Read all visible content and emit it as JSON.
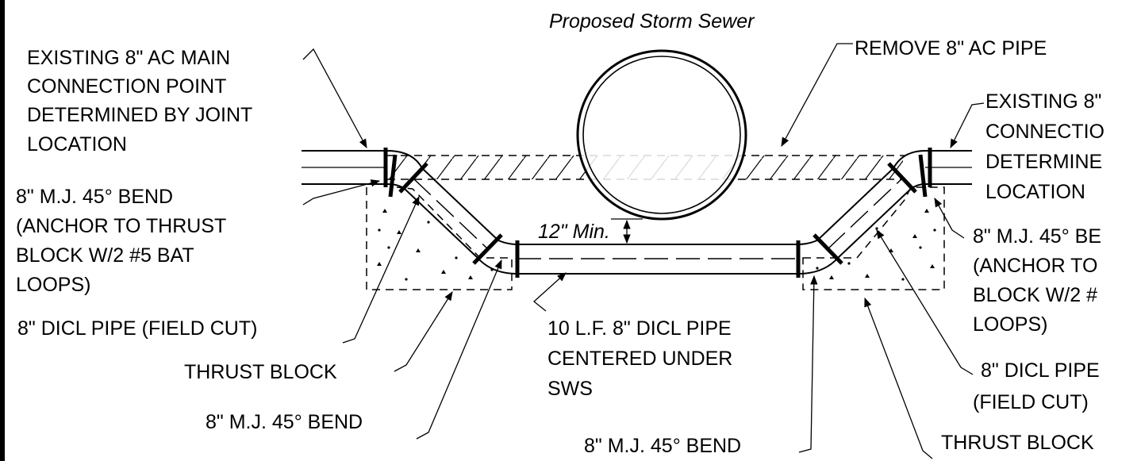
{
  "title": "Proposed Storm Sewer",
  "clearance_label": "12\" Min.",
  "remove_label": "REMOVE 8\" AC PIPE",
  "left": {
    "existing_main": [
      "EXISTING 8\" AC MAIN",
      "CONNECTION POINT",
      "DETERMINED BY JOINT",
      "LOCATION"
    ],
    "bend_anchor": [
      "8\" M.J. 45° BEND",
      "(ANCHOR TO THRUST",
      "BLOCK W/2 #5 BAT",
      "LOOPS)"
    ],
    "dicl_pipe": "8\" DICL PIPE (FIELD CUT)",
    "thrust_block": "THRUST BLOCK",
    "bend": "8\" M.J. 45° BEND"
  },
  "center": {
    "pipe": [
      "10 L.F. 8\" DICL PIPE",
      "CENTERED UNDER",
      "SWS"
    ],
    "bend": "8\" M.J. 45° BEND"
  },
  "right": {
    "existing_main": [
      "EXISTING 8\"",
      "CONNECTIO",
      "DETERMINE",
      "LOCATION"
    ],
    "bend_anchor": [
      "8\" M.J. 45° BE",
      "(ANCHOR TO",
      "BLOCK W/2 #",
      "LOOPS)"
    ],
    "dicl_pipe": [
      "8\" DICL PIPE",
      "(FIELD CUT)"
    ],
    "thrust_block": "THRUST BLOCK"
  }
}
